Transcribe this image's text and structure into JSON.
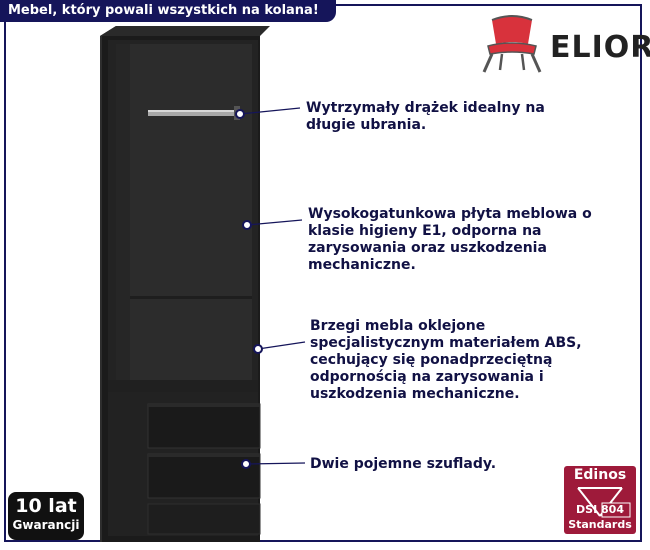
{
  "banner": {
    "text": "Mebel, który powali wszystkich na kolana!"
  },
  "brand": {
    "name": "ELIOR"
  },
  "features": [
    {
      "text": "Wytrzymały drążek idealny na długie ubrania."
    },
    {
      "text": "Wysokogatunkowa płyta meblowa o klasie higieny E1, odporna na zarysowania oraz uszkodzenia mechaniczne."
    },
    {
      "text": "Brzegi mebla oklejone specjalistycznym materiałem ABS, cechujący się ponadprzeciętną odpornością na zarysowania i uszkodzenia mechaniczne."
    },
    {
      "text": "Dwie pojemne szuflady."
    }
  ],
  "warranty": {
    "years": "10 lat",
    "label": "Gwarancji"
  },
  "certificate": {
    "title": "Edinos",
    "dsi": "DSI",
    "number": "804",
    "label": "Standards"
  },
  "colors": {
    "navy": "#15155a",
    "product": "#1b1b1b",
    "accent": "#9e1a3a",
    "chair": "#d8323c"
  }
}
